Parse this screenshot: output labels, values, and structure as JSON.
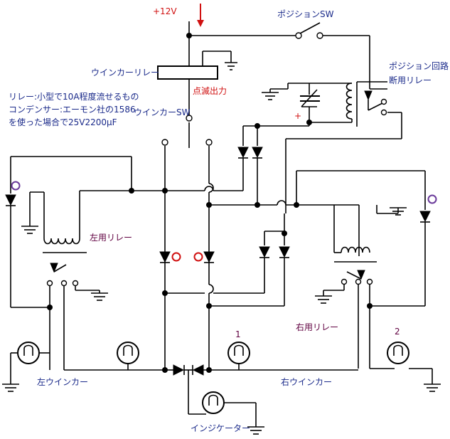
{
  "labels": {
    "supply": "+12V",
    "position_sw": "ポジションSW",
    "winker_relay": "ウインカーリレー",
    "blink_out": "点滅出力",
    "winker_sw": "ウインカーSW",
    "pos_cut_relay_1": "ポジション回路",
    "pos_cut_relay_2": "断用リレー",
    "left_relay": "左用リレー",
    "right_relay": "右用リレー",
    "left_winker": "左ウインカー",
    "right_winker": "右ウインカー",
    "indicator": "インジケーター",
    "lamp1": "1",
    "lamp2": "2",
    "plus": "+"
  },
  "note": {
    "line1": "リレー:小型で10A程度流せるもの",
    "line2": "コンデンサー:エーモン社の1586",
    "line3": "を使った場合で25V2200μF"
  },
  "colors": {
    "navy": "#1a2a8a",
    "red": "#d01010",
    "maroon": "#600040",
    "purple": "#6a3a9a"
  }
}
